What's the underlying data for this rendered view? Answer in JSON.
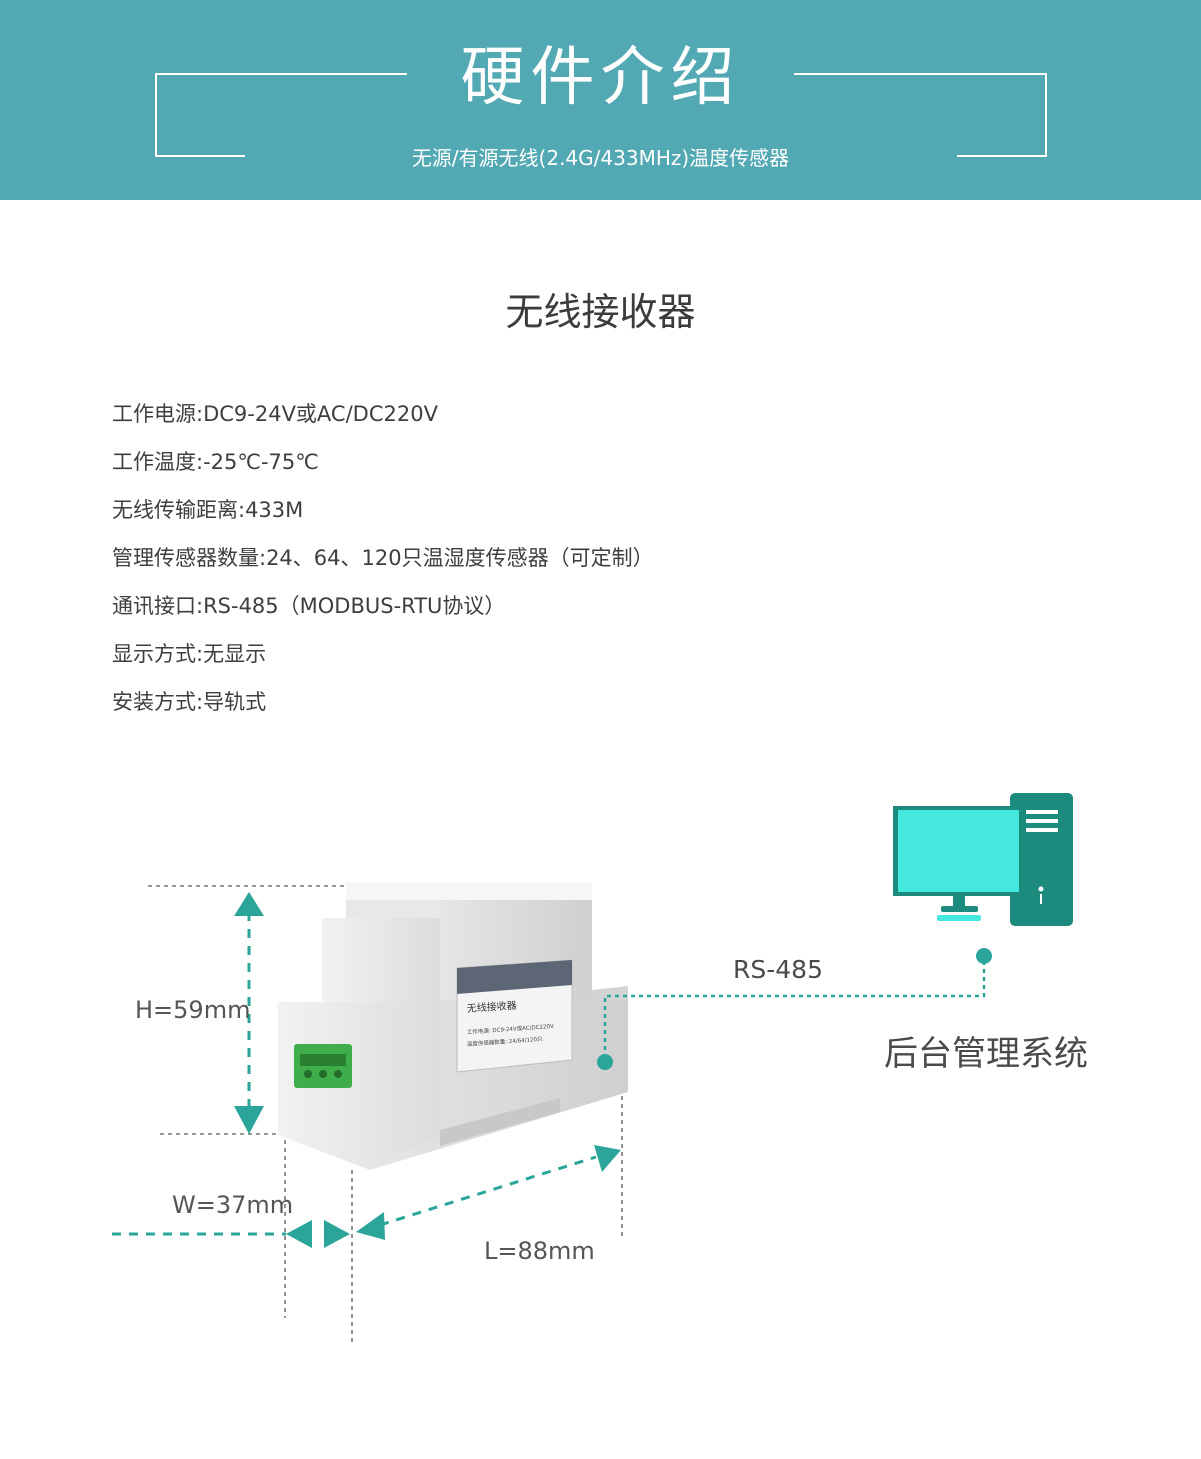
{
  "header": {
    "title": "硬件介绍",
    "subtitle": "无源/有源无线(2.4G/433MHz)温度传感器"
  },
  "section": {
    "title": "无线接收器"
  },
  "specs": [
    "工作电源:DC9-24V或AC/DC220V",
    "工作温度:-25℃-75℃",
    "无线传输距离:433M",
    "管理传感器数量:24、64、120只温湿度传感器（可定制）",
    "通讯接口:RS-485（MODBUS-RTU协议）",
    "显示方式:无显示",
    "安装方式:导轨式"
  ],
  "diagram": {
    "height_label": "H=59mm",
    "width_label": "W=37mm",
    "length_label": "L=88mm",
    "link_label": "RS-485",
    "backend_label": "后台管理系统",
    "device_plate": {
      "title": "无线接收器",
      "line1": "工作电源: DC9-24V或AC/DC220V",
      "line2": "温度传感器数量: 24/64/120只"
    },
    "colors": {
      "banner": "#52a9b4",
      "accent": "#2ba59a",
      "monitor": "#45e8df",
      "tower": "#1c8a7c"
    },
    "icons": [
      "arrow-icon",
      "computer-icon",
      "monitor-icon",
      "tower-icon"
    ]
  }
}
